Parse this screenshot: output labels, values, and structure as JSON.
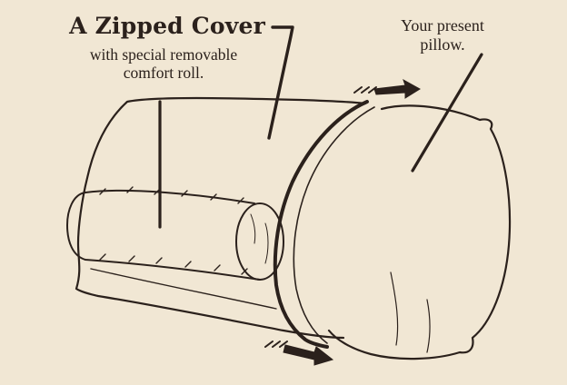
{
  "labels": {
    "title": "A Zipped Cover",
    "subtitle_line1": "with special removable",
    "subtitle_line2": "comfort roll.",
    "pillow_line1": "Your present",
    "pillow_line2": "pillow."
  },
  "colors": {
    "paper": "#f1e7d4",
    "ink": "#2b211c"
  }
}
